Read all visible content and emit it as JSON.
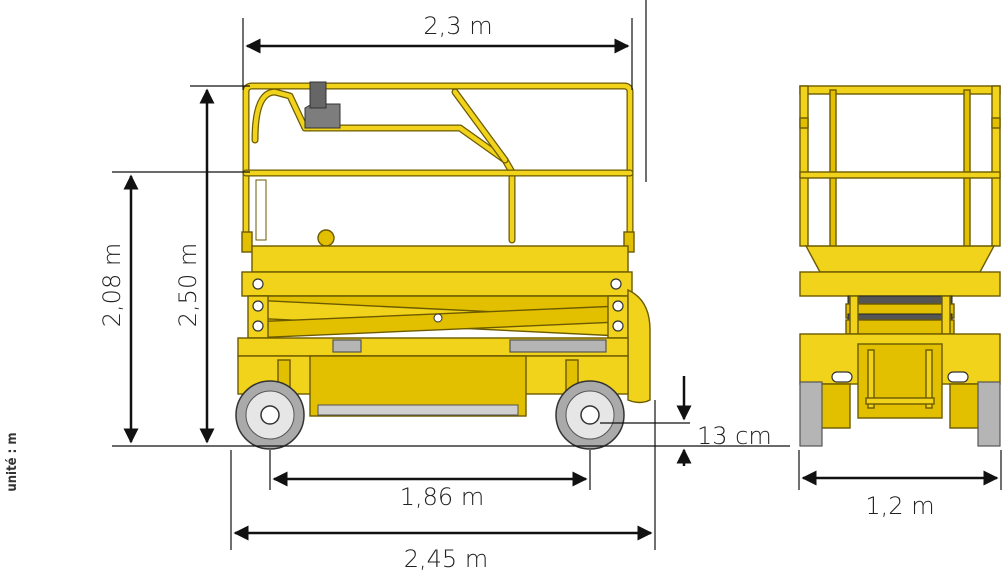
{
  "dimensions": {
    "platform_length": "2,3 m",
    "platform_height": "2,08 m",
    "total_height": "2,50 m",
    "wheelbase": "1,86 m",
    "overall_length": "2,45 m",
    "ground_clearance": "13 cm",
    "width": "1,2 m"
  },
  "unit_note": "unité : m",
  "colors": {
    "machine": "#f2d31b",
    "outline": "#6b5a00",
    "tyre": "#b5b5b5",
    "dimension_lines": "#111111"
  }
}
